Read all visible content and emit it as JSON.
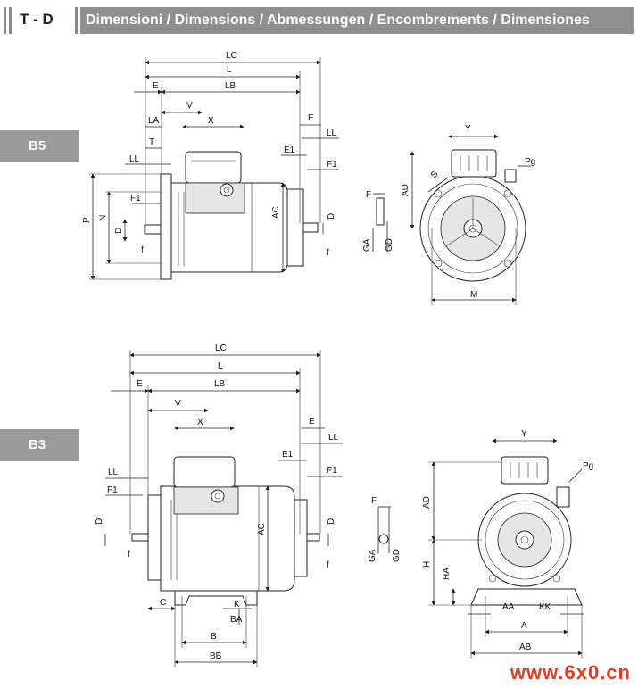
{
  "header": {
    "code": "T - D",
    "title": "Dimensioni / Dimensions / Abmessungen / Encombrements / Dimensiones"
  },
  "sections": {
    "b5": {
      "tab": "B5",
      "side_labels": {
        "lc": "LC",
        "l": "L",
        "e": "E",
        "lb": "LB",
        "v": "V",
        "la": "LA",
        "x": "X",
        "t": "T",
        "ll": "LL",
        "f1": "F1",
        "p": "P",
        "n": "N",
        "d": "D",
        "f": "f",
        "ac": "AC",
        "e_r": "E",
        "ll_r": "LL",
        "e1": "E1",
        "f1_r": "F1",
        "d_r": "D",
        "f_r": "f"
      },
      "end_labels": {
        "y": "Y",
        "pg": "Pg",
        "s": "S",
        "ad": "AD",
        "m": "M",
        "f": "F",
        "ga": "GA",
        "gd": "GD"
      }
    },
    "b3": {
      "tab": "B3",
      "side_labels": {
        "lc": "LC",
        "l": "L",
        "e": "E",
        "lb": "LB",
        "v": "V",
        "x": "X",
        "ll": "LL",
        "f1": "F1",
        "d": "D",
        "f": "f",
        "ac": "AC",
        "e_r": "E",
        "ll_r": "LL",
        "e1": "E1",
        "f1_r": "F1",
        "d_r": "D",
        "f_r": "f",
        "c": "C",
        "k": "K",
        "ba": "BA",
        "b": "B",
        "bb": "BB"
      },
      "end_labels": {
        "y": "Y",
        "pg": "Pg",
        "ad": "AD",
        "h": "H",
        "ha": "HA",
        "aa": "AA",
        "kk": "KK",
        "a": "A",
        "ab": "AB",
        "f": "F",
        "ga": "GA",
        "gd": "GD"
      }
    }
  },
  "watermark": "www.6x0.cn"
}
